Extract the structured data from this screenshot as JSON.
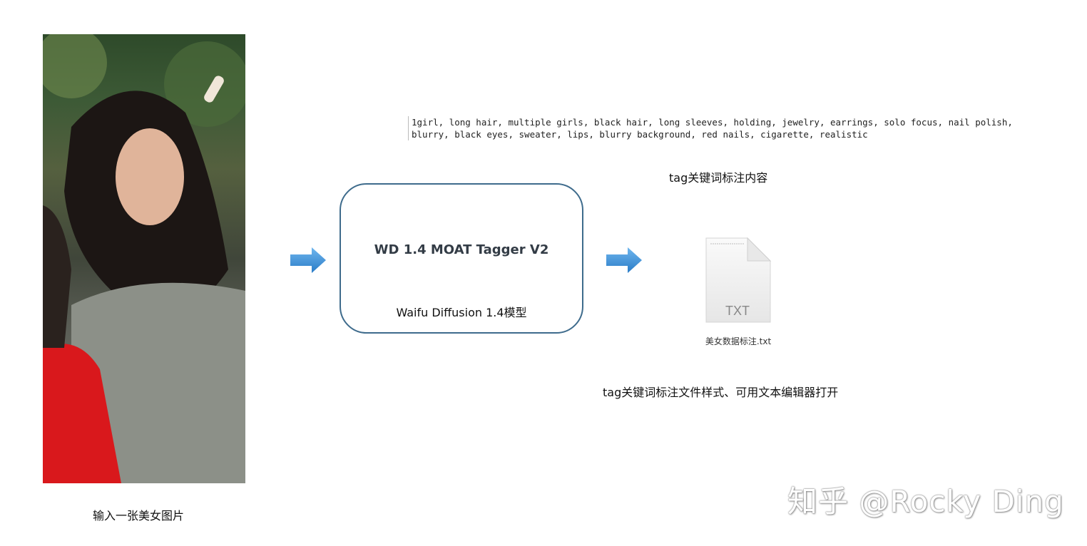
{
  "input": {
    "caption": "输入一张美女图片"
  },
  "model": {
    "title": "WD 1.4 MOAT Tagger V2",
    "subtitle": "Waifu Diffusion 1.4模型"
  },
  "output": {
    "tags_line1": "1girl, long hair, multiple girls, black hair, long sleeves, holding, jewelry, earrings, solo focus, nail polish,",
    "tags_line2": "blurry, black eyes, sweater, lips, blurry background, red nails, cigarette, realistic",
    "tags_caption": "tag关键词标注内容",
    "file_type": "TXT",
    "file_name": "美女数据标注.txt",
    "file_caption": "tag关键词标注文件样式、可用文本编辑器打开"
  },
  "watermark": "知乎 @Rocky Ding",
  "colors": {
    "arrow": "#3a8fd6",
    "box_border": "#3e6b8c"
  }
}
